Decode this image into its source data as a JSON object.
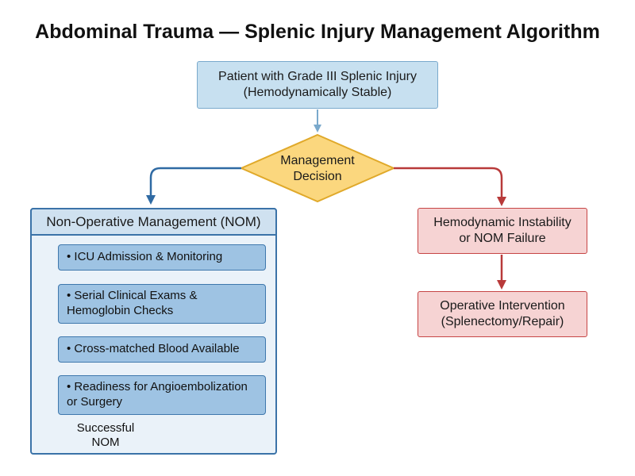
{
  "title": "Abdominal Trauma — Splenic Injury Management Algorithm",
  "nodes": {
    "start": {
      "line1": "Patient with Grade III Splenic Injury",
      "line2": "(Hemodynamically Stable)"
    },
    "decision": {
      "line1": "Management",
      "line2": "Decision"
    },
    "nom": {
      "header": "Non-Operative Management (NOM)",
      "steps": [
        {
          "line1": "• ICU Admission & Monitoring",
          "line2": ""
        },
        {
          "line1": "• Serial Clinical Exams &",
          "line2": "Hemoglobin Checks"
        },
        {
          "line1": "• Cross-matched Blood Available",
          "line2": ""
        },
        {
          "line1": "• Readiness for Angioembolization",
          "line2": "or Surgery"
        }
      ],
      "loop_label": {
        "line1": "Successful",
        "line2": "NOM"
      }
    },
    "instability": {
      "line1": "Hemodynamic Instability",
      "line2": "or NOM Failure"
    },
    "operative": {
      "line1": "Operative Intervention",
      "line2": "(Splenectomy/Repair)"
    }
  },
  "colors": {
    "blue_stroke": "#3b73a8",
    "light_blue_fill": "#c7e0f0",
    "step_fill": "#9ec3e3",
    "red_stroke": "#c64545",
    "red_fill": "#f6d3d3",
    "decision_fill": "#fbd77e",
    "decision_stroke": "#e0a92a"
  }
}
